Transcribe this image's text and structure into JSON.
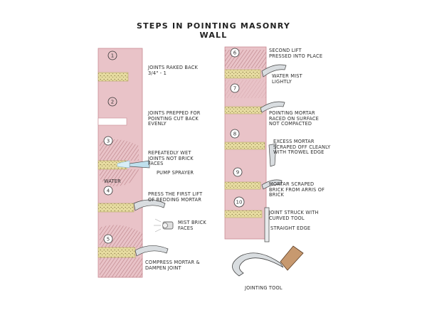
{
  "title": "Steps in Pointing Masonry Wall",
  "steps": [
    {
      "num": "1",
      "label": "Joints raked back 3/4\" - 1"
    },
    {
      "num": "2",
      "label": "Joints prepped for pointing cut back evenly"
    },
    {
      "num": "3",
      "label": "Repeatedly wet joints not brick faces"
    },
    {
      "num": "4",
      "label": "Press the first lift of bedding mortar"
    },
    {
      "num": "5",
      "label": "Compress mortar & dampen joint"
    },
    {
      "num": "6",
      "label": "Second lift pressed into place"
    },
    {
      "num": "7",
      "label": "Water mist lightly"
    },
    {
      "num": "8",
      "label": "Pointing mortar raced on surface not compacted"
    },
    {
      "num": "9",
      "label": "Mortar scraped brick from arris of brick"
    },
    {
      "num": "10",
      "label": "Joint struck with curved tool"
    }
  ],
  "extra_labels": {
    "pump_sprayer": "Pump sprayer",
    "water": "Water",
    "mist_brick_faces": "Mist brick faces",
    "excess_mortar": "Excess mortar scraped off cleanly with trowel edge",
    "straight_edge": "Straight edge",
    "jointing_tool": "Jointing tool"
  },
  "colors": {
    "brick": "#e9c3c8",
    "brick_edge": "#c98a93",
    "mortar": "#e6dba0",
    "hatch": "#8a3d45",
    "water": "#bfe0ee",
    "tool": "#d9dde0",
    "handle": "#c7996f"
  }
}
